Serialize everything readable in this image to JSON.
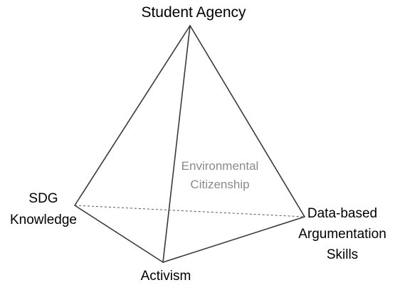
{
  "diagram": {
    "vertices": {
      "top": "Student Agency",
      "left_line1": "SDG",
      "left_line2": "Knowledge",
      "bottom": "Activism",
      "right_line1": "Data-based",
      "right_line2": "Argumentation",
      "right_line3": "Skills"
    },
    "center_line1": "Environmental",
    "center_line2": "Citizenship"
  },
  "colors": {
    "edges": "#3a3a3a",
    "center_text": "#8a8a8a",
    "text": "#000000"
  }
}
